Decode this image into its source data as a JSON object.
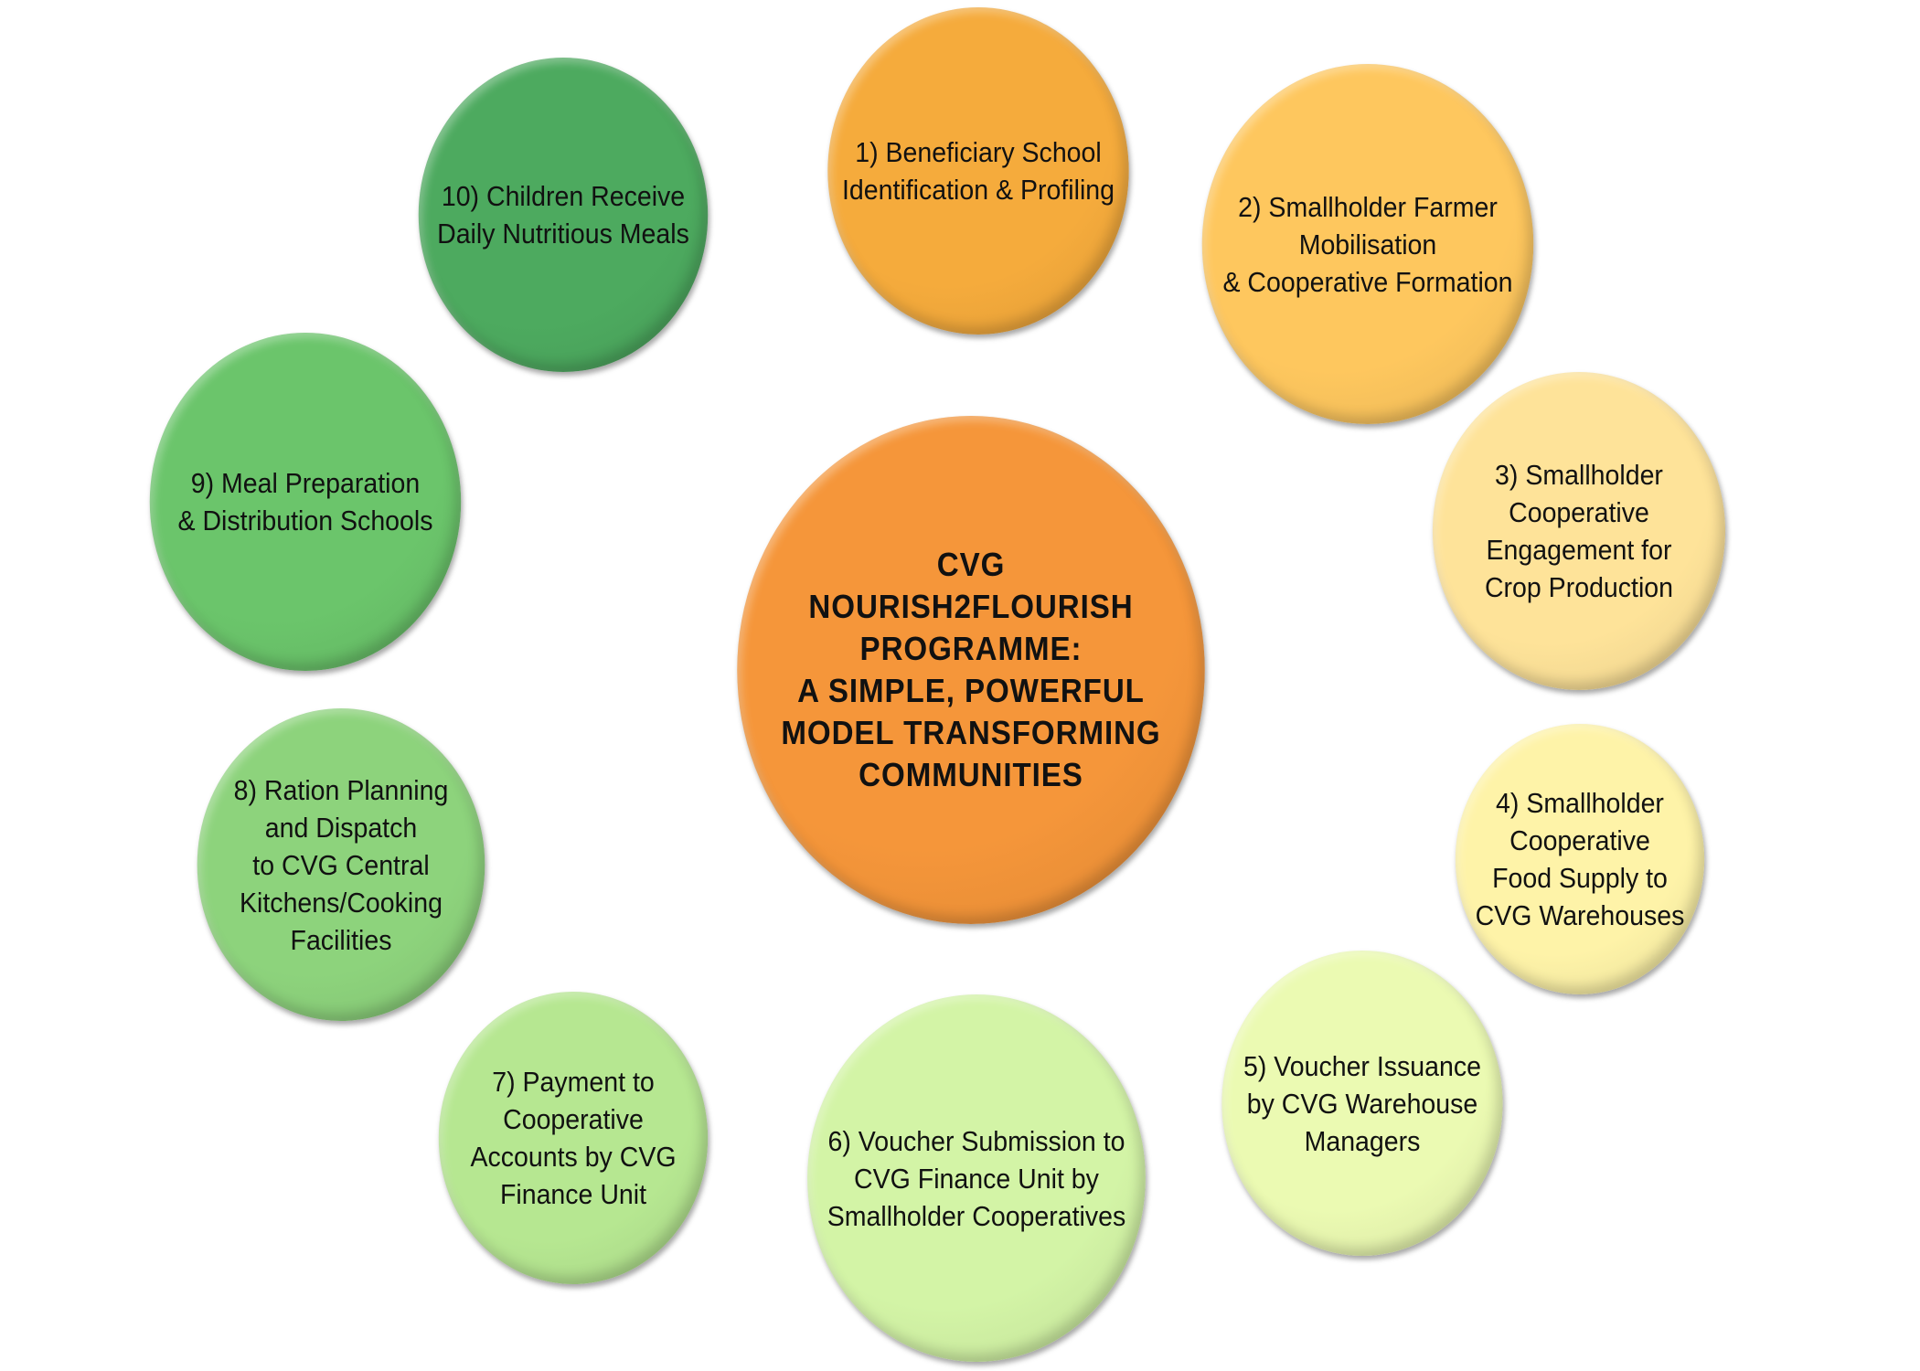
{
  "center": {
    "lines": [
      "CVG",
      "NOURISH2FLOURISH",
      "PROGRAMME:",
      "A SIMPLE, POWERFUL",
      "MODEL TRANSFORMING",
      "COMMUNITIES"
    ],
    "color": "#F5963A"
  },
  "steps": [
    {
      "lines": [
        "1) Beneficiary School",
        "Identification & Profiling"
      ],
      "color": "#F5AB3C"
    },
    {
      "lines": [
        "2) Smallholder Farmer",
        "Mobilisation",
        "& Cooperative Formation"
      ],
      "color": "#FEC75E"
    },
    {
      "lines": [
        "3) Smallholder",
        "Cooperative",
        "Engagement for",
        "Crop Production"
      ],
      "color": "#FEE399"
    },
    {
      "lines": [
        "4) Smallholder",
        "Cooperative",
        "Food Supply to",
        "CVG Warehouses"
      ],
      "color": "#FEF3A8"
    },
    {
      "lines": [
        "5) Voucher Issuance",
        "by CVG Warehouse",
        "Managers"
      ],
      "color": "#EBFAB2"
    },
    {
      "lines": [
        "6) Voucher Submission to",
        "CVG Finance Unit by",
        "Smallholder Cooperatives"
      ],
      "color": "#D3F4A6"
    },
    {
      "lines": [
        "7) Payment to",
        "Cooperative",
        "Accounts by CVG",
        "Finance Unit"
      ],
      "color": "#B6E791"
    },
    {
      "lines": [
        "8) Ration Planning",
        "and Dispatch",
        "to CVG Central",
        "Kitchens/Cooking",
        "Facilities"
      ],
      "color": "#8DD37C"
    },
    {
      "lines": [
        "9) Meal Preparation",
        "& Distribution Schools"
      ],
      "color": "#6BC56B"
    },
    {
      "lines": [
        "10) Children Receive",
        "Daily Nutritious Meals"
      ],
      "color": "#4DAA5F"
    }
  ]
}
